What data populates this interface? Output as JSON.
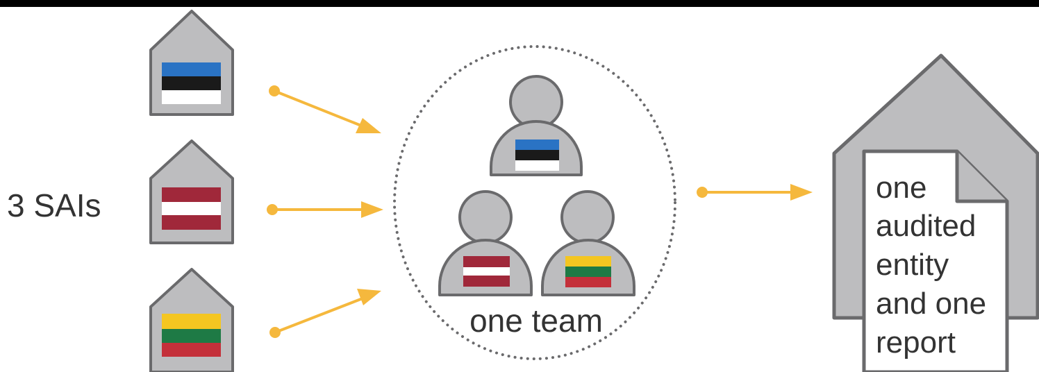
{
  "left_label": "3 SAIs",
  "team_label": "one team",
  "report_lines": [
    "one",
    "audited",
    "entity",
    "and one",
    "report"
  ],
  "colors": {
    "house_fill": "#bdbdbf",
    "outline": "#6a6a6c",
    "arrow": "#f5b83d",
    "dotted_circle": "#6a6a6c",
    "text": "#333333"
  },
  "flags": {
    "estonia": [
      "#2a73c4",
      "#1a1a1a",
      "#ffffff"
    ],
    "latvia": [
      "#a0283a",
      "#ffffff",
      "#a0283a"
    ],
    "lithuania": [
      "#f4c621",
      "#1e7a45",
      "#c4303a"
    ]
  }
}
